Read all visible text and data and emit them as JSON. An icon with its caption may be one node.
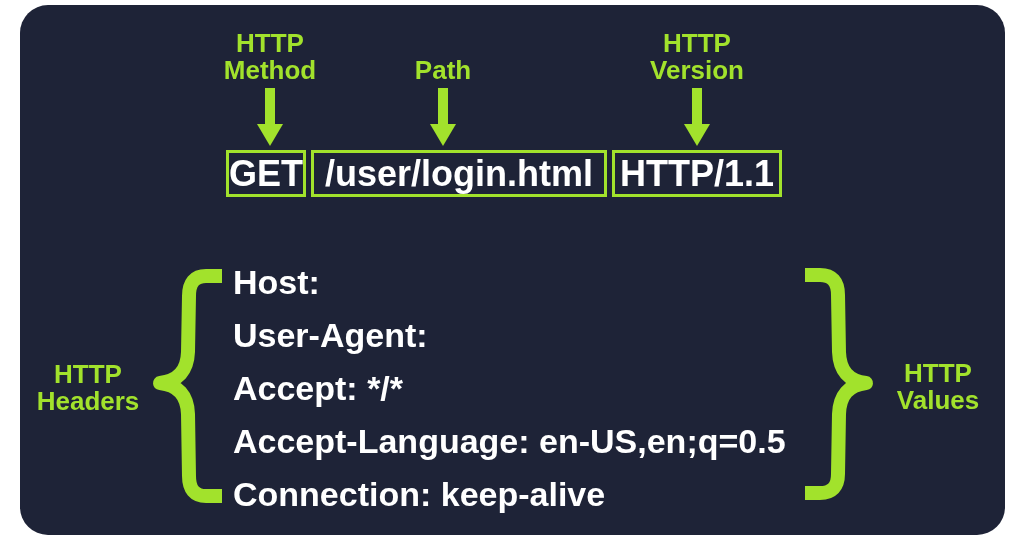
{
  "diagram": {
    "nodes": [
      {
        "text": [
          "HTTP Method"
        ]
      },
      {
        "text": [
          "Path"
        ]
      },
      {
        "text": [
          "HTTP Version"
        ]
      },
      {
        "text": [
          "GET"
        ]
      },
      {
        "text": [
          "/user/login.html"
        ]
      },
      {
        "text": [
          "HTTP/1.1"
        ]
      }
    ],
    "edges": [
      {
        "from": 0,
        "to": 3,
        "arrow": "to"
      },
      {
        "from": 1,
        "to": 4,
        "arrow": "to"
      },
      {
        "from": 2,
        "to": 5,
        "arrow": "to"
      }
    ],
    "labels": [
      "HTTP Headers",
      "Host:",
      "User-Agent:",
      "Accept: */*",
      "Accept-Language: en-US,en;q=0.5",
      "Connection: keep-alive",
      "HTTP Values"
    ]
  }
}
